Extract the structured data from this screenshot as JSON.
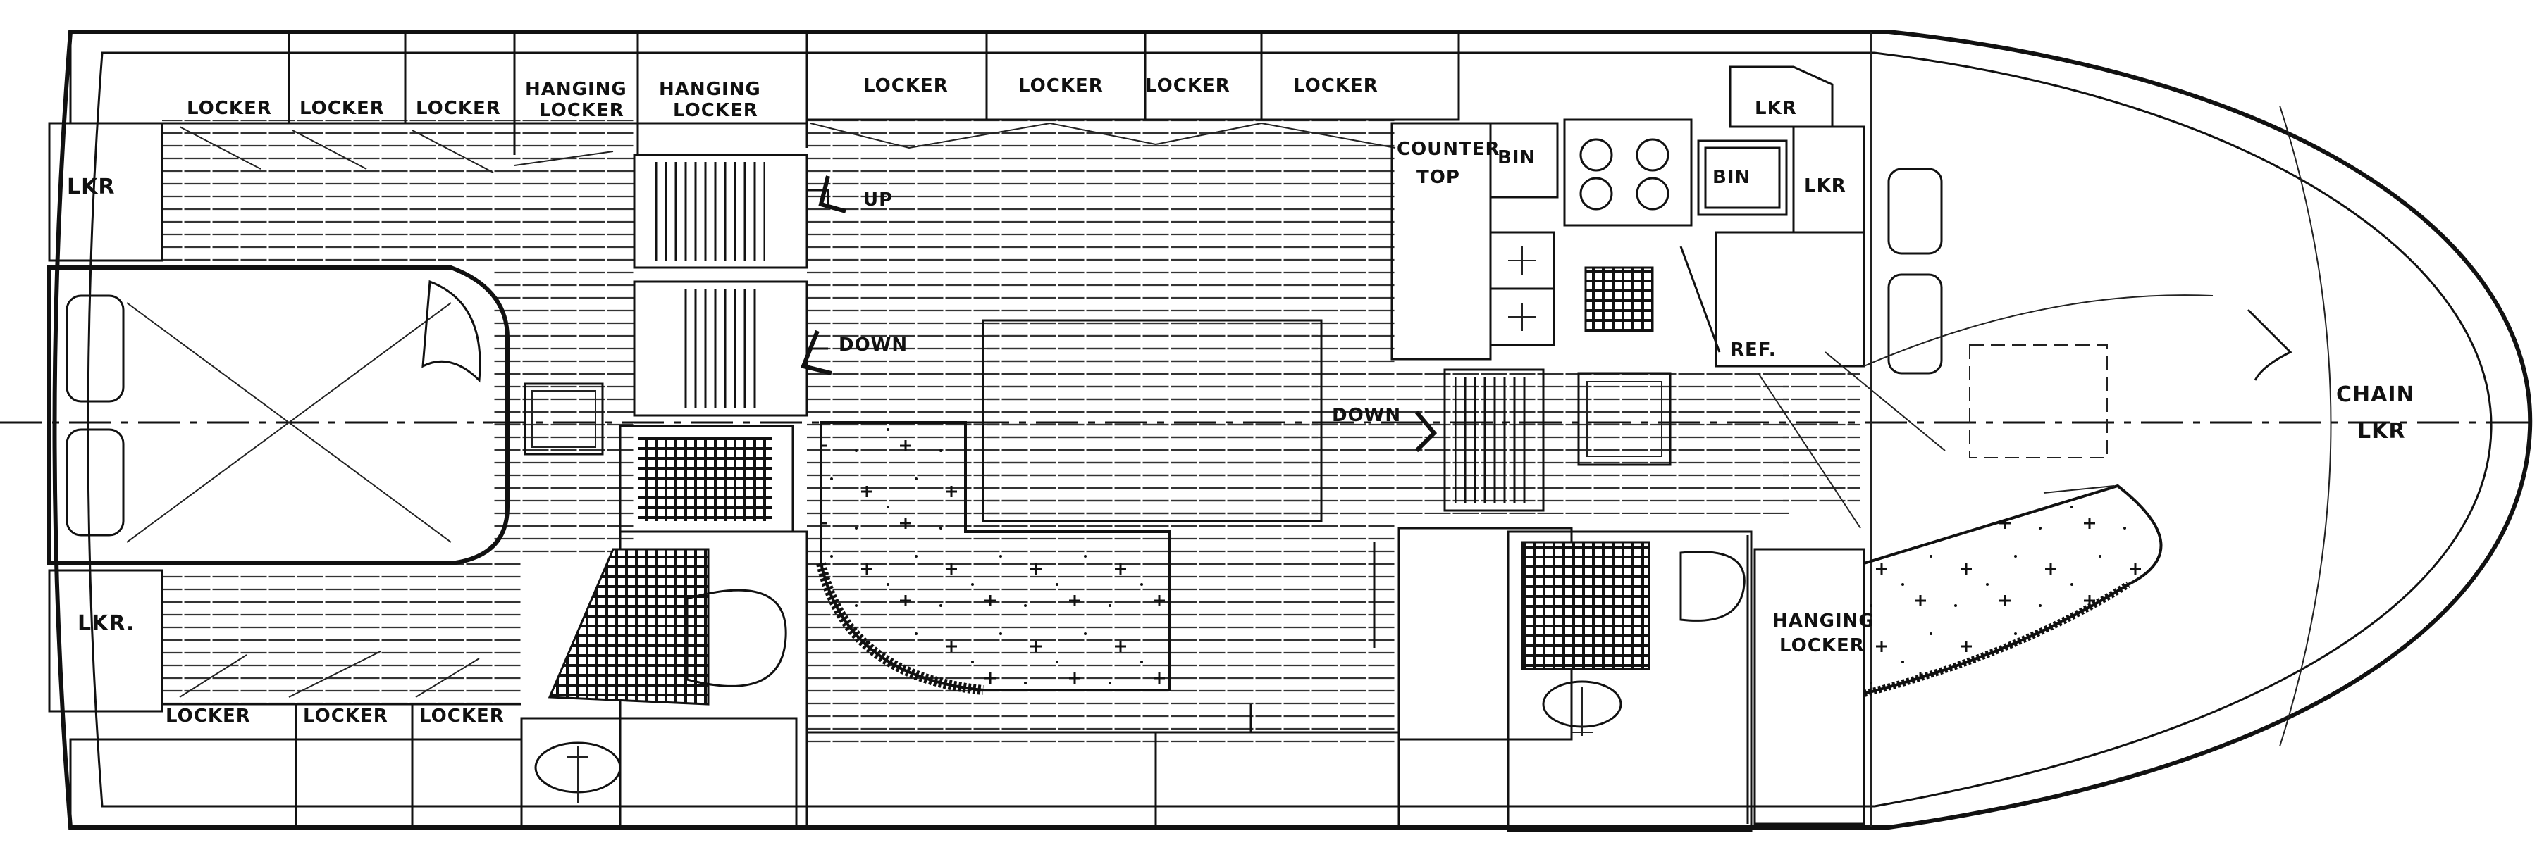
{
  "labels": {
    "locker": "LOCKER",
    "hanging_locker_a": "HANGING",
    "hanging_locker_b": "LOCKER",
    "lkr": "LKR",
    "lkr_dot": "LKR.",
    "up": "UP",
    "down": "DOWN",
    "counter_a": "COUNTER",
    "counter_b": "TOP",
    "bin": "BIN",
    "ref": "REF.",
    "chain_a": "CHAIN",
    "chain_b": "LKR"
  },
  "colors": {
    "ink": "#111111",
    "paper": "#ffffff"
  }
}
